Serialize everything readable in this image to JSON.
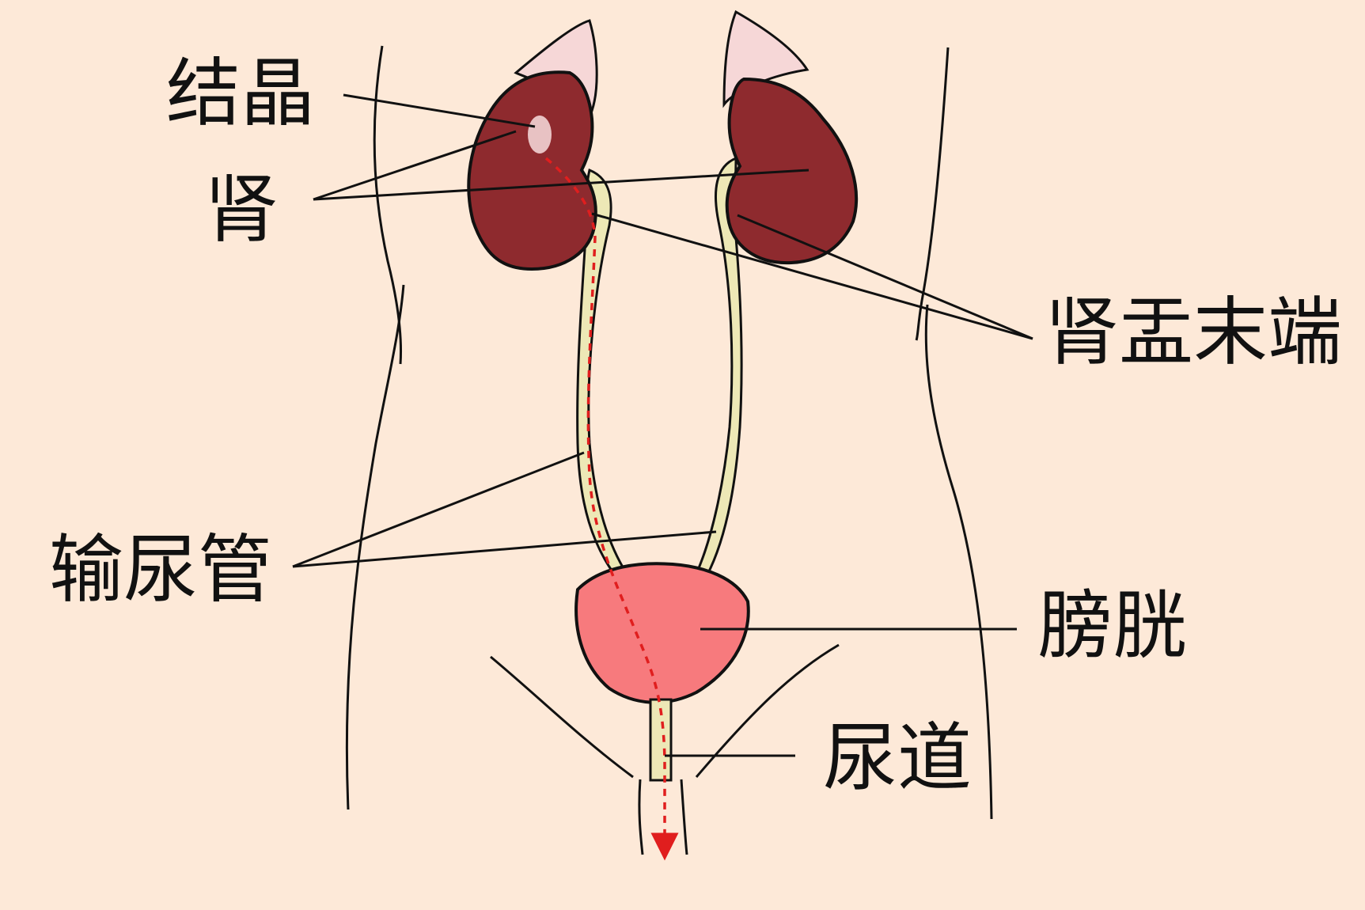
{
  "labels": {
    "crystal": "结晶",
    "kidney": "肾",
    "renal_pelvis_end": "肾盂末端",
    "ureter": "输尿管",
    "bladder": "膀胱",
    "urethra": "尿道"
  },
  "colors": {
    "background": "#fde9d8",
    "kidney": "#8e2a2e",
    "adrenal": "#f6d7d7",
    "ureter": "#ede8b6",
    "bladder": "#f77a7d",
    "stone_path": "#e01e1e",
    "outline": "#111111"
  }
}
